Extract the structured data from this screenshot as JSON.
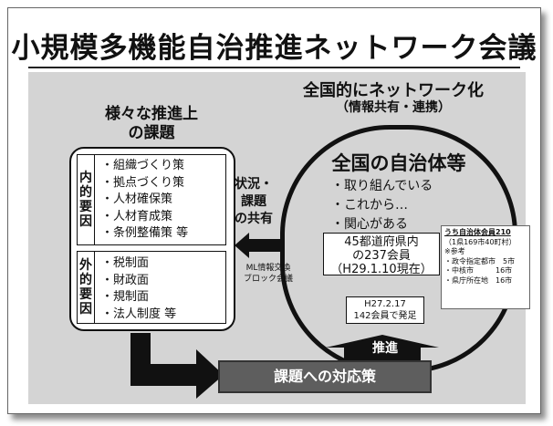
{
  "title": "小規模多機能自治推進ネットワーク会議",
  "left": {
    "heading": "様々な推進上\nの課題",
    "internal": {
      "label": "内\n的\n要\n因",
      "items": [
        "・組織づくり策",
        "・拠点づくり策",
        "・人材確保策",
        "・人材育成策",
        "・条例整備策 等"
      ]
    },
    "external": {
      "label": "外\n的\n要\n因",
      "items": [
        "・税制面",
        "・財政面",
        "・規制面",
        "・法人制度 等"
      ]
    }
  },
  "network": {
    "title": "全国的にネットワーク化",
    "subtitle": "（情報共有・連携）",
    "entities_title": "全国の自治体等",
    "stances": [
      "・取り組んでいる",
      "・これから…",
      "・関心がある"
    ],
    "members": [
      "45都道府県内",
      "の237会員",
      "（H29.1.10現在）"
    ],
    "breakdown": {
      "head": "うち自治体会員210",
      "sub": "（1県169市40町村）",
      "ref": "※参考",
      "rows": [
        "・政令指定都市　5市",
        "・中核市　　　16市",
        "・県庁所在地　16市"
      ]
    },
    "launch": [
      "H27.2.17",
      "142会員で発足"
    ]
  },
  "share": {
    "label": "状況・\n課題\nの共有",
    "ml": "ML情報交換\nブロック会議"
  },
  "push_label": "推進",
  "response": "課題への対応策"
}
